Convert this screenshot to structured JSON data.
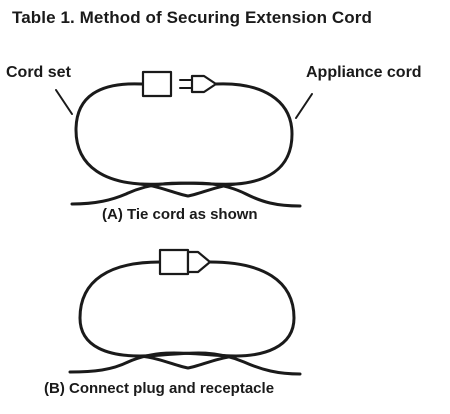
{
  "title": "Table 1. Method of Securing Extension Cord",
  "labels": {
    "cord_set": "Cord set",
    "appliance_cord": "Appliance cord"
  },
  "captions": {
    "a": "(A) Tie cord as shown",
    "b": "(B) Connect plug and receptacle"
  }
}
